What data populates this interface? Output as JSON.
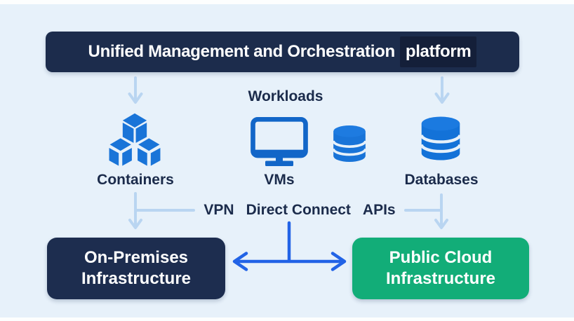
{
  "banner": {
    "title_main": "Unified Management and Orchestration",
    "title_highlight": "platform"
  },
  "workloads": {
    "label": "Workloads"
  },
  "nodes": {
    "containers": {
      "label": "Containers",
      "icon": "cubes-icon"
    },
    "vms": {
      "label": "VMs",
      "icon": "monitor-icon"
    },
    "databases": {
      "label": "Databases",
      "icon": "database-icon"
    }
  },
  "connections": {
    "labels": [
      "VPN",
      "Direct Connect",
      "APIs"
    ]
  },
  "boxes": {
    "on_premises": {
      "line1": "On-Premises",
      "line2": "Infrastructure"
    },
    "public_cloud": {
      "line1": "Public Cloud",
      "line2": "Infrastructure"
    }
  },
  "colors": {
    "background": "#e7f1fa",
    "banner_bg": "#1c2c4c",
    "banner_highlight_bg": "#141f39",
    "on_premises_bg": "#1d2d4f",
    "public_cloud_bg": "#12ad78",
    "accent_blue": "#2263e6",
    "light_connector_blue": "#b9d5f1",
    "icon_blue": "#1974d8",
    "icon_blue_dark": "#1266c8",
    "text_navy": "#1b2b4b"
  }
}
